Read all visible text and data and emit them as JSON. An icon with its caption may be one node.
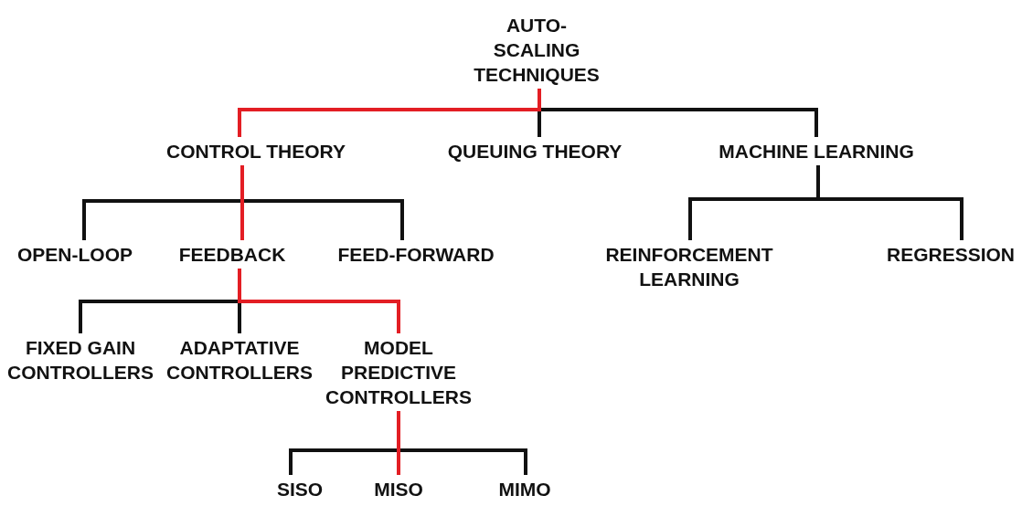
{
  "diagram": {
    "nodes": [
      {
        "text": [
          "AUTO-SCALING TECHNIQUES"
        ]
      },
      {
        "text": [
          "CONTROL THEORY"
        ]
      },
      {
        "text": [
          "QUEUING THEORY"
        ]
      },
      {
        "text": [
          "MACHINE LEARNING"
        ]
      },
      {
        "text": [
          "OPEN-LOOP"
        ]
      },
      {
        "text": [
          "FEEDBACK"
        ]
      },
      {
        "text": [
          "FEED-FORWARD"
        ]
      },
      {
        "text": [
          "REINFORCEMENT LEARNING"
        ]
      },
      {
        "text": [
          "REGRESSION"
        ]
      },
      {
        "text": [
          "FIXED GAIN CONTROLLERS"
        ]
      },
      {
        "text": [
          "ADAPTATIVE CONTROLLERS"
        ]
      },
      {
        "text": [
          "MODEL PREDICTIVE CONTROLLERS"
        ]
      },
      {
        "text": [
          "SISO"
        ]
      },
      {
        "text": [
          "MISO"
        ]
      },
      {
        "text": [
          "MIMO"
        ]
      }
    ],
    "edges": [
      {
        "from": 0,
        "to": 1,
        "arrow": "none",
        "color": "#e31e24"
      },
      {
        "from": 0,
        "to": 2,
        "arrow": "none"
      },
      {
        "from": 0,
        "to": 3,
        "arrow": "none"
      },
      {
        "from": 1,
        "to": 4,
        "arrow": "none"
      },
      {
        "from": 1,
        "to": 5,
        "arrow": "none",
        "color": "#e31e24"
      },
      {
        "from": 1,
        "to": 6,
        "arrow": "none"
      },
      {
        "from": 3,
        "to": 7,
        "arrow": "none"
      },
      {
        "from": 3,
        "to": 8,
        "arrow": "none"
      },
      {
        "from": 5,
        "to": 9,
        "arrow": "none"
      },
      {
        "from": 5,
        "to": 10,
        "arrow": "none"
      },
      {
        "from": 5,
        "to": 11,
        "arrow": "none",
        "color": "#e31e24"
      },
      {
        "from": 11,
        "to": 12,
        "arrow": "none"
      },
      {
        "from": 11,
        "to": 13,
        "arrow": "none",
        "color": "#e31e24"
      },
      {
        "from": 11,
        "to": 14,
        "arrow": "none"
      }
    ]
  }
}
